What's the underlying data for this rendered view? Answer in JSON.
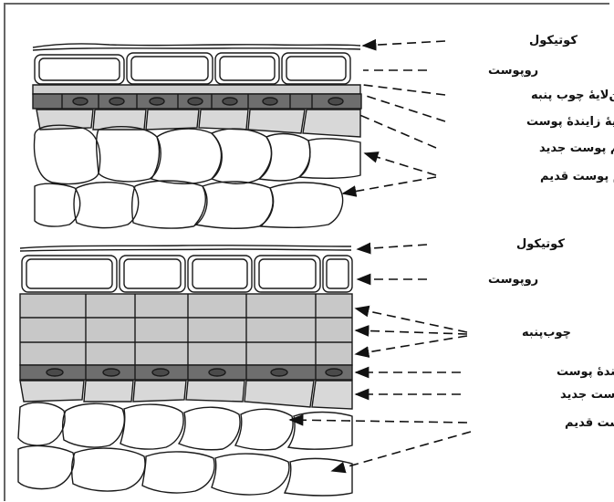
{
  "top_diagram": {
    "labels": {
      "cuticle": "کوتیکول",
      "epidermis": "روپوست",
      "first_cork_layer": "نخستین‌لایهٔ چوب پنبه",
      "cork_cambium": "لایهٔ زایندهٔ پوست",
      "new_cortex_parenchyma": "پارانشیم پوست جدید",
      "old_cortex_parenchyma": "پارانشیم پوست قدیم"
    }
  },
  "bottom_diagram": {
    "labels": {
      "cuticle": "کوتیکول",
      "epidermis": "روپوست",
      "cork": "چوب‌پنبه",
      "cork_cambium": "لایهٔ زایندهٔ پوست",
      "new_cortex_parenchyma": "پارانشیم پوست جدید",
      "old_cortex_parenchyma": "پارانشیم پوست قدیم"
    }
  },
  "colors": {
    "cell_outline": "#1a1a1a",
    "cork_fill": "#c8c8c8",
    "cambium_fill": "#6e6e6e",
    "border": "#666666"
  }
}
